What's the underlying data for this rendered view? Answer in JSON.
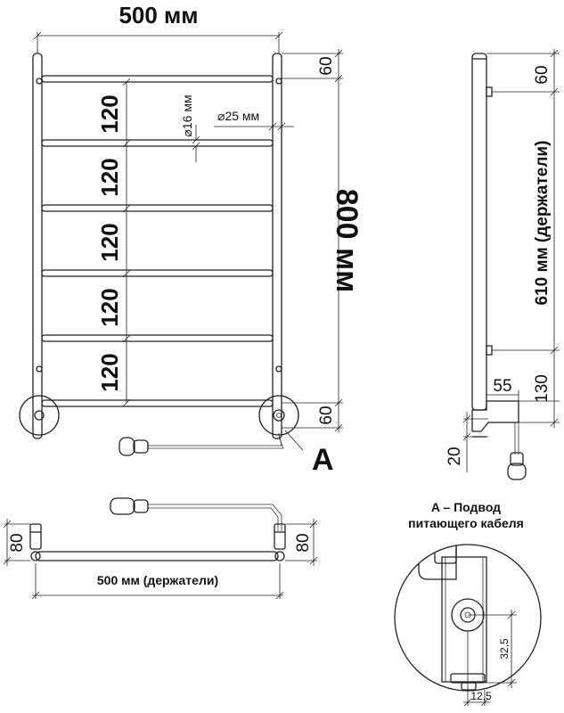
{
  "front_view": {
    "width_label": "500 мм",
    "height_label": "800 мм",
    "top_offset_label": "60",
    "bottom_offset_label": "60",
    "spacing_labels": [
      "120",
      "120",
      "120",
      "120",
      "120"
    ],
    "crossbar_diameter_label": "16 мм",
    "post_diameter_label": "25 мм",
    "diameter_symbol": "⌀",
    "detail_marker": "A"
  },
  "side_view": {
    "holder_span_label": "610 мм (держатели)",
    "top_offset_label": "60",
    "depth_label": "55",
    "bottom_label": "130",
    "plug_label": "20"
  },
  "top_view": {
    "depth_left_label": "80",
    "depth_right_label": "80",
    "holder_width_label": "500 мм (держатели)"
  },
  "detail": {
    "title_line1": "A – Подвод",
    "title_line2": "питающего кабеля",
    "height_label": "32,5",
    "width_label": "12,5"
  }
}
